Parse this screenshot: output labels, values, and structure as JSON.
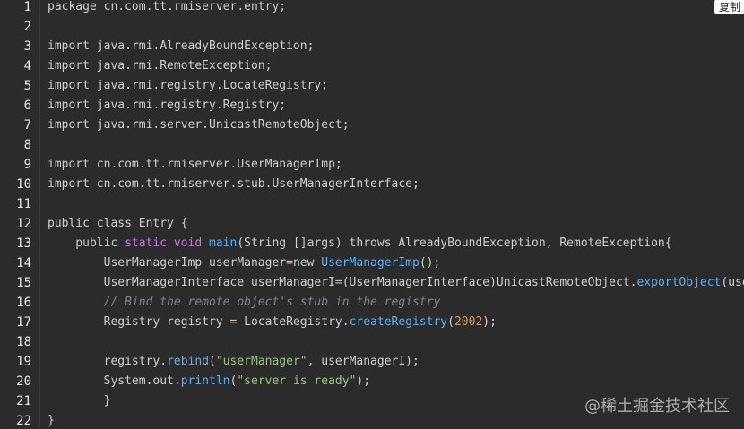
{
  "copy_label": "复制",
  "watermark": "@稀土掘金技术社区",
  "colors": {
    "background": "#2b2b2b",
    "text": "#cfcfcf",
    "function": "#61afef",
    "string": "#98c379",
    "number": "#d19a66",
    "comment": "#7f848e",
    "keyword": "#c678dd"
  },
  "lines": [
    {
      "n": "1",
      "segments": [
        {
          "t": "package cn.com.tt.rmiserver.entry;",
          "c": "tx"
        }
      ]
    },
    {
      "n": "2",
      "segments": []
    },
    {
      "n": "3",
      "segments": [
        {
          "t": "import java.rmi.AlreadyBoundException;",
          "c": "tx"
        }
      ]
    },
    {
      "n": "4",
      "segments": [
        {
          "t": "import java.rmi.RemoteException;",
          "c": "tx"
        }
      ]
    },
    {
      "n": "5",
      "segments": [
        {
          "t": "import java.rmi.registry.LocateRegistry;",
          "c": "tx"
        }
      ]
    },
    {
      "n": "6",
      "segments": [
        {
          "t": "import java.rmi.registry.Registry;",
          "c": "tx"
        }
      ]
    },
    {
      "n": "7",
      "segments": [
        {
          "t": "import java.rmi.server.UnicastRemoteObject;",
          "c": "tx"
        }
      ]
    },
    {
      "n": "8",
      "segments": []
    },
    {
      "n": "9",
      "segments": [
        {
          "t": "import cn.com.tt.rmiserver.UserManagerImp;",
          "c": "tx"
        }
      ]
    },
    {
      "n": "10",
      "segments": [
        {
          "t": "import cn.com.tt.rmiserver.stub.UserManagerInterface;",
          "c": "tx"
        }
      ]
    },
    {
      "n": "11",
      "segments": []
    },
    {
      "n": "12",
      "segments": [
        {
          "t": "public class Entry {",
          "c": "tx"
        }
      ]
    },
    {
      "n": "13",
      "segments": [
        {
          "t": "    public ",
          "c": "tx"
        },
        {
          "t": "static void",
          "c": "kw2"
        },
        {
          "t": " ",
          "c": "tx"
        },
        {
          "t": "main",
          "c": "fn"
        },
        {
          "t": "(String []args) throws AlreadyBoundException, RemoteException{",
          "c": "tx"
        }
      ]
    },
    {
      "n": "14",
      "segments": [
        {
          "t": "        UserManagerImp userManager",
          "c": "tx"
        },
        {
          "t": "=",
          "c": "op"
        },
        {
          "t": "new ",
          "c": "tx"
        },
        {
          "t": "UserManagerImp",
          "c": "fn"
        },
        {
          "t": "();",
          "c": "tx"
        }
      ]
    },
    {
      "n": "15",
      "segments": [
        {
          "t": "        UserManagerInterface userManagerI",
          "c": "tx"
        },
        {
          "t": "=",
          "c": "op"
        },
        {
          "t": "(UserManagerInterface)UnicastRemoteObject.",
          "c": "tx"
        },
        {
          "t": "exportObject",
          "c": "fn"
        },
        {
          "t": "(userManager,",
          "c": "tx"
        }
      ]
    },
    {
      "n": "16",
      "segments": [
        {
          "t": "        // Bind the remote object's stub in the registry",
          "c": "com"
        }
      ]
    },
    {
      "n": "17",
      "segments": [
        {
          "t": "        Registry registry ",
          "c": "tx"
        },
        {
          "t": "=",
          "c": "op"
        },
        {
          "t": " LocateRegistry.",
          "c": "tx"
        },
        {
          "t": "createRegistry",
          "c": "fn"
        },
        {
          "t": "(",
          "c": "tx"
        },
        {
          "t": "2002",
          "c": "num"
        },
        {
          "t": ");",
          "c": "tx"
        }
      ]
    },
    {
      "n": "18",
      "segments": []
    },
    {
      "n": "19",
      "segments": [
        {
          "t": "        registry.",
          "c": "tx"
        },
        {
          "t": "rebind",
          "c": "fn"
        },
        {
          "t": "(",
          "c": "tx"
        },
        {
          "t": "\"userManager\"",
          "c": "str"
        },
        {
          "t": ", userManagerI);",
          "c": "tx"
        }
      ]
    },
    {
      "n": "20",
      "segments": [
        {
          "t": "        System.out.",
          "c": "tx"
        },
        {
          "t": "println",
          "c": "fn"
        },
        {
          "t": "(",
          "c": "tx"
        },
        {
          "t": "\"server is ready\"",
          "c": "str"
        },
        {
          "t": ");",
          "c": "tx"
        }
      ]
    },
    {
      "n": "21",
      "segments": [
        {
          "t": "        }",
          "c": "tx"
        }
      ]
    },
    {
      "n": "22",
      "segments": [
        {
          "t": "}",
          "c": "tx"
        }
      ]
    }
  ]
}
